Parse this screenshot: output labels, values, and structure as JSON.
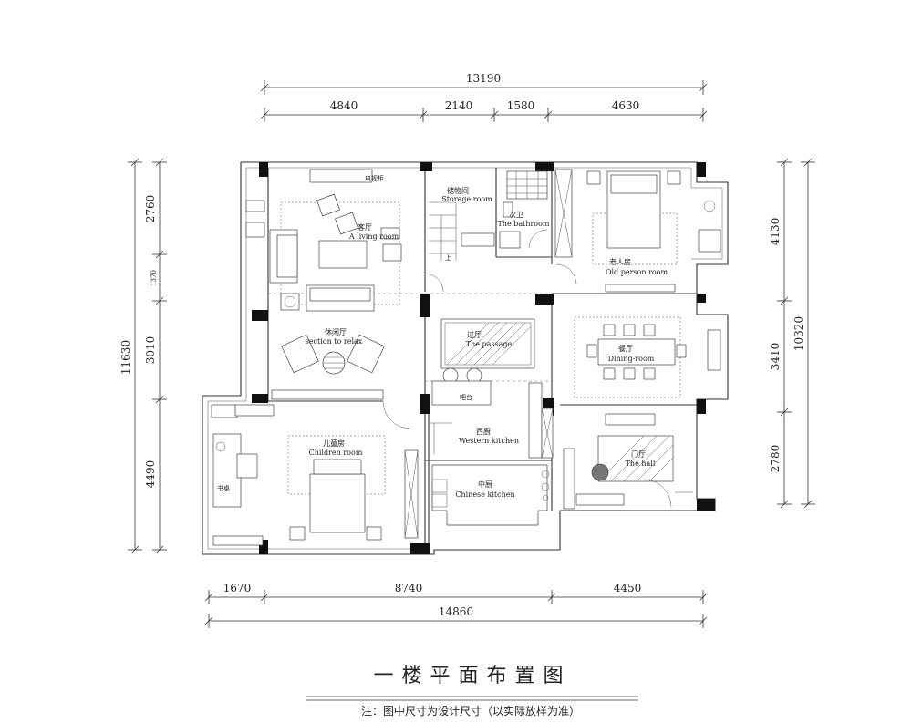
{
  "dimensions": {
    "top_total": "13190",
    "top_segments": [
      "4840",
      "2140",
      "1580",
      "4630"
    ],
    "left_total": "11630",
    "left_segments": [
      "2760",
      "1370",
      "3010",
      "4490"
    ],
    "right_total": "10320",
    "right_segments": [
      "4130",
      "3410",
      "2780"
    ],
    "bottom_segments": [
      "1670",
      "8740",
      "4450"
    ],
    "bottom_total": "14860"
  },
  "rooms": {
    "living_cn": "客厅",
    "living_en": "A living room",
    "storage_cn": "储物间",
    "storage_en": "Storage room",
    "bathroom_cn": "次卫",
    "bathroom_en": "The bathroom",
    "old_cn": "老人房",
    "old_en": "Old person room",
    "relax_cn": "休闲厅",
    "relax_en": "section to relax",
    "passage_cn": "过厅",
    "passage_en": "The passage",
    "dining_cn": "餐厅",
    "dining_en": "Dining-room",
    "western_cn": "西厨",
    "western_en": "Western kitchen",
    "children_cn": "儿童房",
    "children_en": "Children room",
    "hall_cn": "门厅",
    "hall_en": "The hall",
    "chinese_cn": "中厨",
    "chinese_en": "Chinese kitchen"
  },
  "labels": {
    "stair_up": "上",
    "bar": "吧台",
    "desk": "书桌"
  },
  "title": "一楼平面布置图",
  "note": "注：图中尺寸为设计尺寸（以实际放样为准）"
}
